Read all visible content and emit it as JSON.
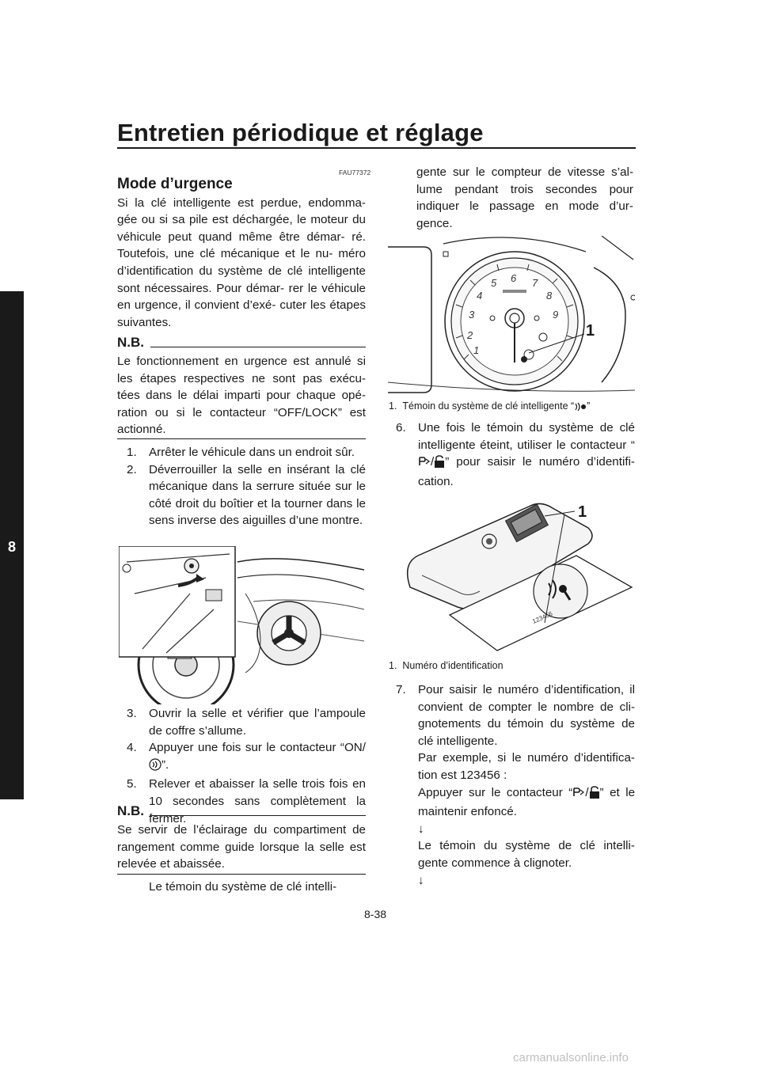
{
  "header": {
    "title": "Entretien périodique et réglage"
  },
  "chapter_tab": "8",
  "section": {
    "code": "FAU77372",
    "heading": "Mode d’urgence",
    "intro": "Si la clé intelligente est perdue, endomma- gée ou si sa pile est déchargée, le moteur du véhicule peut quand même être démar- ré. Toutefois, une clé mécanique et le nu- méro d’identification du système de clé intelligente sont nécessaires. Pour démar- rer le véhicule en urgence, il convient d’exé- cuter les étapes suivantes."
  },
  "note1": {
    "label": "N.B.",
    "text": "Le fonctionnement en urgence est annulé si les étapes respectives ne sont pas exécu- tées dans le délai imparti pour chaque opé- ration ou si le contacteur “OFF/LOCK” est actionné."
  },
  "steps_a": [
    {
      "num": "1.",
      "text": "Arrêter le véhicule dans un endroit sûr."
    },
    {
      "num": "2.",
      "text": "Déverrouiller la selle en insérant la clé mécanique dans la serrure située sur le côté droit du boîtier et la tourner dans le sens inverse des aiguilles d’une montre."
    }
  ],
  "steps_b": {
    "s3_num": "3.",
    "s3": "Ouvrir la selle et vérifier que l’ampoule de coffre s’allume.",
    "s4_num": "4.",
    "s4_pre": "Appuyer une fois sur le contacteur “ON/",
    "s4_post": "”.",
    "s5_num": "5.",
    "s5": "Relever et abaisser la selle trois fois en 10 secondes sans complètement la fermer."
  },
  "note2": {
    "label": "N.B.",
    "text": "Se servir de l’éclairage du compartiment de rangement comme guide lorsque la selle est relevée et abaissée."
  },
  "continuation": {
    "left": "Le témoin du système de clé intelli-",
    "right": "gente sur le compteur de vitesse s’al- lume pendant trois secondes pour indiquer le passage en mode d’ur- gence."
  },
  "figure_meter": {
    "callout": "1",
    "caption_num": "1.",
    "caption_pre": "Témoin du système de clé intelligente “",
    "caption_post": "”",
    "dial_numbers": [
      "1",
      "2",
      "3",
      "4",
      "5",
      "6",
      "7",
      "8",
      "9"
    ]
  },
  "step6": {
    "num": "6.",
    "pre": "Une fois le témoin du système de clé intelligente éteint, utiliser le contacteur “",
    "sep": "/",
    "post": "” pour saisir le numéro d’identifi- cation."
  },
  "figure_key": {
    "callout": "1",
    "caption_num": "1.",
    "caption": "Numéro d’identification",
    "card_text": "123456"
  },
  "step7": {
    "num": "7.",
    "text1": "Pour saisir le numéro d’identification, il convient de compter le nombre de cli- gnotements du témoin du système de clé intelligente.",
    "text2": "Par exemple, si le numéro d’identifica- tion est 123456 :",
    "text3_pre": "Appuyer sur le contacteur “",
    "text3_sep": "/",
    "text3_post": "” et le maintenir enfoncé.",
    "arrow1": "↓",
    "text4": "Le témoin du système de clé intelli- gente commence à clignoter.",
    "arrow2": "↓"
  },
  "footer": {
    "page_number": "8-38",
    "watermark": "carmanualsonline.info"
  }
}
